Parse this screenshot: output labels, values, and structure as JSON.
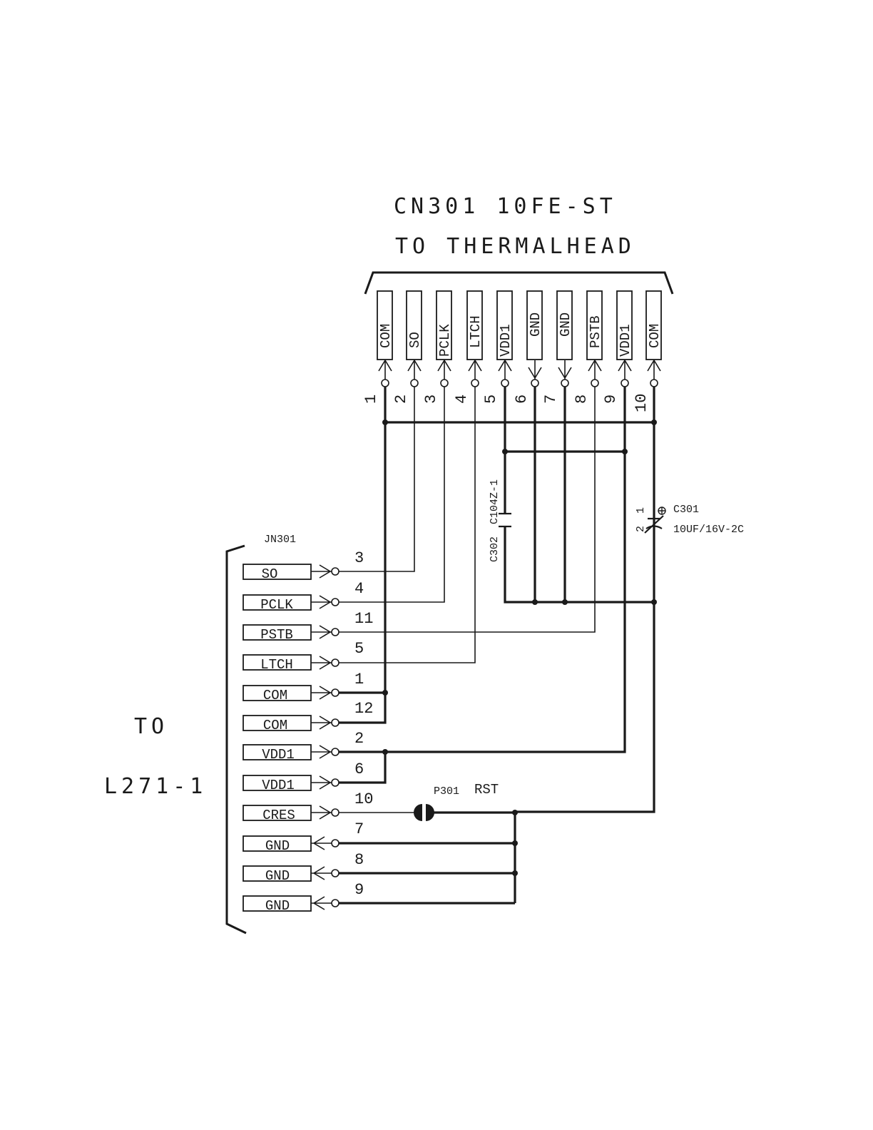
{
  "connector_top": {
    "title": "CN301  10FE-ST",
    "subtitle": "TO THERMALHEAD",
    "pins": [
      {
        "pin": "1",
        "signal": "COM"
      },
      {
        "pin": "2",
        "signal": "SO"
      },
      {
        "pin": "3",
        "signal": "PCLK"
      },
      {
        "pin": "4",
        "signal": "LTCH"
      },
      {
        "pin": "5",
        "signal": "VDD1"
      },
      {
        "pin": "6",
        "signal": "GND"
      },
      {
        "pin": "7",
        "signal": "GND"
      },
      {
        "pin": "8",
        "signal": "PSTB"
      },
      {
        "pin": "9",
        "signal": "VDD1"
      },
      {
        "pin": "10",
        "signal": "COM"
      }
    ]
  },
  "connector_left": {
    "ref": "JN301",
    "dest_line1": "TO",
    "dest_line2": "L271-1",
    "pins": [
      {
        "pin": "3",
        "signal": "SO"
      },
      {
        "pin": "4",
        "signal": "PCLK"
      },
      {
        "pin": "11",
        "signal": "PSTB"
      },
      {
        "pin": "5",
        "signal": "LTCH"
      },
      {
        "pin": "1",
        "signal": "COM"
      },
      {
        "pin": "12",
        "signal": "COM"
      },
      {
        "pin": "2",
        "signal": "VDD1"
      },
      {
        "pin": "6",
        "signal": "VDD1"
      },
      {
        "pin": "10",
        "signal": "CRES"
      },
      {
        "pin": "7",
        "signal": "GND"
      },
      {
        "pin": "8",
        "signal": "GND"
      },
      {
        "pin": "9",
        "signal": "GND"
      }
    ]
  },
  "c302": {
    "ref": "C302",
    "value": "C104Z-1"
  },
  "c301": {
    "ref": "C301",
    "value": "10UF/16V-2C",
    "pin1": "1",
    "pin2": "2"
  },
  "p301": {
    "ref": "P301",
    "label": "RST"
  }
}
